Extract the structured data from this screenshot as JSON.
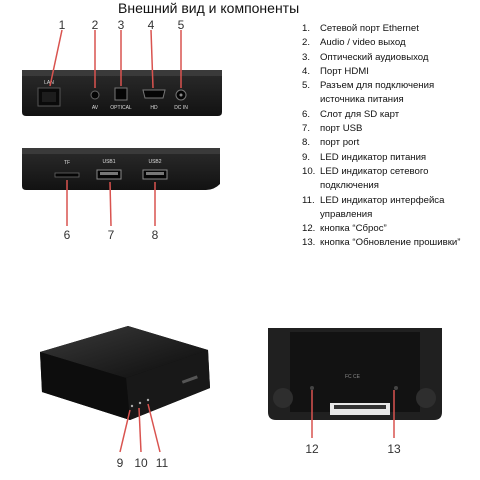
{
  "title": "Внешний вид и компоненты",
  "legend": [
    {
      "num": "1.",
      "text": "Сетевой порт Ethernet"
    },
    {
      "num": "2.",
      "text": "Audio / video выход"
    },
    {
      "num": "3.",
      "text": "Оптический аудиовыход"
    },
    {
      "num": "4.",
      "text": "Порт HDMI"
    },
    {
      "num": "5.",
      "text": "Разъем для подключения источника питания"
    },
    {
      "num": "6.",
      "text": "Слот для SD карт"
    },
    {
      "num": "7.",
      "text": "порт USB"
    },
    {
      "num": "8.",
      "text": "порт port"
    },
    {
      "num": "9.",
      "text": "LED индикатор питания"
    },
    {
      "num": "10.",
      "text": "LED индикатор сетевого подключения"
    },
    {
      "num": "11.",
      "text": "LED индикатор интерфейса управления"
    },
    {
      "num": "12.",
      "text": "кнопка “Сброс”"
    },
    {
      "num": "13.",
      "text": "кнопка “Обновление прошивки”"
    }
  ],
  "callouts": [
    "1",
    "2",
    "3",
    "4",
    "5",
    "6",
    "7",
    "8",
    "9",
    "10",
    "11",
    "12",
    "13"
  ],
  "port_labels": {
    "lan": "LAN",
    "av": "AV",
    "optical": "OPTICAL",
    "hd": "HD",
    "dcin": "DC IN",
    "tf": "TF",
    "usb1": "USB1",
    "usb2": "USB2"
  },
  "colors": {
    "device": "#1c1c1c",
    "device_edge": "#3a3a3a",
    "callout_line": "#d9534f",
    "callout_text": "#333333"
  }
}
